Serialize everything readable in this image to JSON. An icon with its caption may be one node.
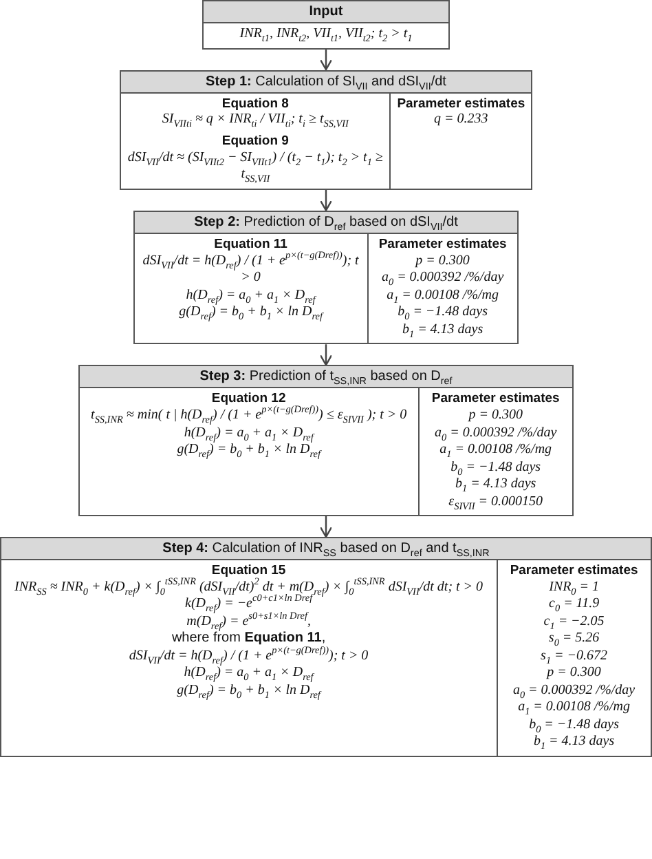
{
  "diagram": {
    "nodes": [
      {
        "text": [
          "Input",
          "INR$_{t1}$, INR$_{t2}$, VII$_{t1}$, VII$_{t2}$;   t$_{2}$ > t$_{1}$"
        ]
      },
      {
        "text": [
          "**Step 1:** Calculation of SI$_{VII}$ and dSI$_{VII}$/dt"
        ]
      },
      {
        "text": [
          "Equation 8",
          "SI$_{VIIti}$ ≈ q × INR$_{ti}$ / VII$_{ti}$;   t$_{i}$ ≥ t$_{SS,VII}$",
          "Equation 9",
          "dSI$_{VII}$/dt ≈ (SI$_{VIIt2}$ − SI$_{VIIt1}$) / (t$_{2}$ − t$_{1}$);   t$_{2}$ > t$_{1}$ ≥ t$_{SS,VII}$"
        ],
        "in": 1
      },
      {
        "text": [
          "Parameter estimates",
          "q = 0.233"
        ],
        "in": 1
      },
      {
        "text": [
          "**Step 2:** Prediction of D$_{ref}$ based on dSI$_{VII}$/dt"
        ]
      },
      {
        "text": [
          "Equation 11",
          "dSI$_{VII}$/dt = h(D$_{ref}$) / (1 + e$^{p×(t−g(Dref))}$);   t > 0",
          "h(D$_{ref}$) = a$_{0}$ + a$_{1}$ × D$_{ref}$",
          "g(D$_{ref}$) = b$_{0}$ + b$_{1}$ × ln D$_{ref}$"
        ],
        "in": 4
      },
      {
        "text": [
          "Parameter estimates",
          "p = 0.300",
          "a$_{0}$ = 0.000392 /%/day",
          "a$_{1}$ = 0.00108 /%/mg",
          "b$_{0}$ = −1.48 days",
          "b$_{1}$ = 4.13 days"
        ],
        "in": 4
      },
      {
        "text": [
          "**Step 3:** Prediction of t$_{SS,INR}$ based on D$_{ref}$"
        ]
      },
      {
        "text": [
          "Equation 12",
          "t$_{SS,INR}$ ≈ min( t | h(D$_{ref}$) / (1 + e$^{p×(t−g(Dref))}$) ≤ ε$_{SIVII}$ );   t > 0",
          "h(D$_{ref}$) = a$_{0}$ + a$_{1}$ × D$_{ref}$",
          "g(D$_{ref}$) = b$_{0}$ + b$_{1}$ × ln D$_{ref}$"
        ],
        "in": 7
      },
      {
        "text": [
          "Parameter estimates",
          "p = 0.300",
          "a$_{0}$ = 0.000392 /%/day",
          "a$_{1}$ = 0.00108 /%/mg",
          "b$_{0}$ = −1.48 days",
          "b$_{1}$ = 4.13 days",
          "ε$_{SIVII}$ = 0.000150"
        ],
        "in": 7
      },
      {
        "text": [
          "**Step 4:** Calculation of INR$_{SS}$ based on D$_{ref}$ and t$_{SS,INR}$"
        ]
      },
      {
        "text": [
          "Equation 15",
          "INR$_{SS}$ ≈ INR$_{0}$ + k(D$_{ref}$) × ∫$_{0}$$^{tSS,INR}$ (dSI$_{VII}$/dt)$^{2}$ dt + m(D$_{ref}$) × ∫$_{0}$$^{tSS,INR}$ dSI$_{VII}$/dt dt;   t > 0",
          "k(D$_{ref}$) = −e$^{c0+c1×ln Dref}$",
          "m(D$_{ref}$) = e$^{s0+s1×ln Dref}$,",
          "where from **Equation 11**,",
          "dSI$_{VII}$/dt = h(D$_{ref}$) / (1 + e$^{p×(t−g(Dref))}$);   t > 0",
          "h(D$_{ref}$) = a$_{0}$ + a$_{1}$ × D$_{ref}$",
          "g(D$_{ref}$) = b$_{0}$ + b$_{1}$ × ln D$_{ref}$"
        ],
        "in": 10
      },
      {
        "text": [
          "Parameter estimates",
          "INR$_{0}$ = 1",
          "c$_{0}$ = 11.9",
          "c$_{1}$ = −2.05",
          "s$_{0}$ = 5.26",
          "s$_{1}$ = −0.672",
          "p = 0.300",
          "a$_{0}$ = 0.000392 /%/day",
          "a$_{1}$ = 0.00108 /%/mg",
          "b$_{0}$ = −1.48 days",
          "b$_{1}$ = 4.13 days"
        ],
        "in": 10
      }
    ],
    "edges": [
      {
        "from": 0,
        "to": 1,
        "arrow": "to"
      },
      {
        "from": 1,
        "to": 4,
        "arrow": "to"
      },
      {
        "from": 4,
        "to": 7,
        "arrow": "to"
      },
      {
        "from": 7,
        "to": 10,
        "arrow": "to"
      }
    ]
  }
}
